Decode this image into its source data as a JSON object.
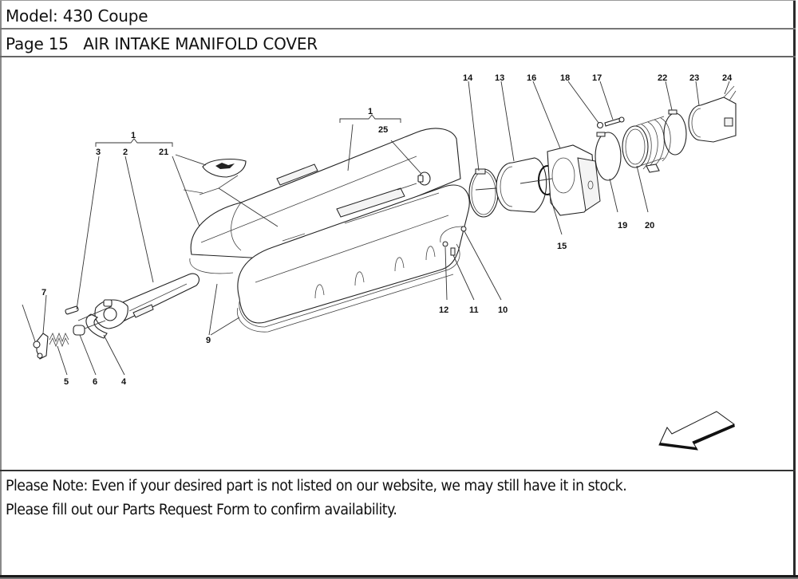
{
  "header": {
    "model": "Model: 430 Coupe",
    "page": "Page 15   AIR INTAKE MANIFOLD COVER"
  },
  "diagram": {
    "title": "AIR INTAKE MANIFOLD COVER",
    "callouts": {
      "c1_left": "1",
      "c3": "3",
      "c2": "2",
      "c21": "21",
      "c1_center": "1",
      "c25": "25",
      "c14": "14",
      "c13": "13",
      "c16": "16",
      "c18": "18",
      "c17": "17",
      "c22": "22",
      "c23": "23",
      "c24": "24",
      "c19": "19",
      "c20": "20",
      "c15": "15",
      "c12": "12",
      "c11": "11",
      "c10": "10",
      "c7": "7",
      "c9": "9",
      "c5": "5",
      "c6": "6",
      "c4": "4"
    },
    "direction_icon": "arrow-down-left-icon"
  },
  "note": {
    "line1": "Please Note: Even if your desired part is not listed on our website, we may still have it in stock.",
    "line2": "Please fill out our Parts Request Form to confirm availability."
  }
}
